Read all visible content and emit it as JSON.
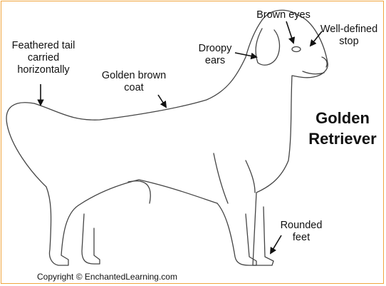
{
  "title": "Golden\nRetriever",
  "labels": {
    "tail": "Feathered tail\ncarried\nhorizontally",
    "coat": "Golden brown\ncoat",
    "ears": "Droopy\nears",
    "eyes": "Brown eyes",
    "stop": "Well-defined\nstop",
    "feet": "Rounded\nfeet"
  },
  "copyright": "Copyright © EnchantedLearning.com",
  "colors": {
    "border": "#f0a640",
    "outline": "#444444",
    "text": "#111111"
  }
}
